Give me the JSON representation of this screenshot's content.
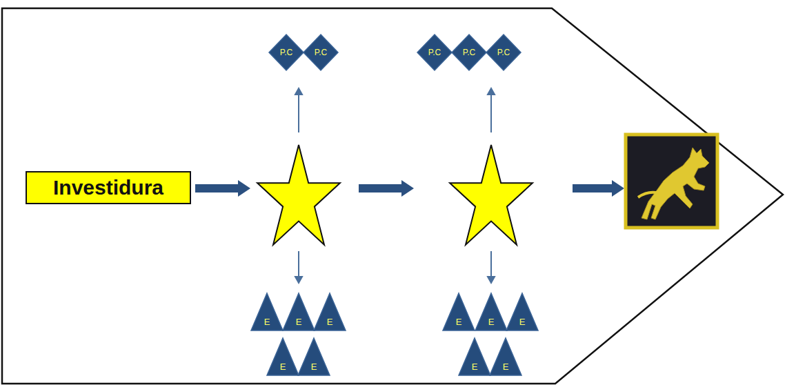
{
  "diagram": {
    "nodes": [
      {
        "text": [
          "Investidura"
        ]
      },
      {
        "text": [
          "P.C"
        ]
      },
      {
        "text": [
          "P.C"
        ]
      },
      {
        "text": [
          "E"
        ]
      },
      {
        "text": [
          "E"
        ]
      },
      {
        "text": [
          "E"
        ]
      },
      {
        "text": [
          "E"
        ]
      },
      {
        "text": [
          "E"
        ]
      },
      {
        "text": [
          "P.C"
        ]
      },
      {
        "text": [
          "P.C"
        ]
      },
      {
        "text": [
          "P.C"
        ]
      },
      {
        "text": [
          "E"
        ]
      },
      {
        "text": [
          "E"
        ]
      },
      {
        "text": [
          "E"
        ]
      },
      {
        "text": [
          "E"
        ]
      },
      {
        "text": [
          "E"
        ]
      }
    ]
  }
}
